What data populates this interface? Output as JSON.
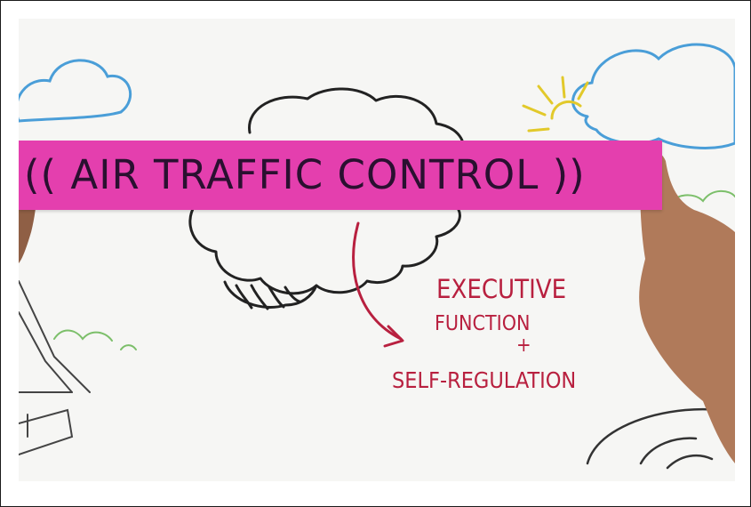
{
  "scene": {
    "banner_text": "(( AIR TRAFFIC CONTROL ))",
    "annotation": {
      "line1": "EXECUTIVE",
      "line2": "FUNCTION",
      "line3": "+",
      "line4": "SELF-REGULATION"
    },
    "colors": {
      "banner": "#e43fae",
      "ink": "#2a1030",
      "annotation_ink": "#b8203f",
      "cloud_stroke": "#4a9ed8",
      "sun_stroke": "#e2c92a",
      "grass_stroke": "#7cbf6a",
      "skin": "#b07a5a"
    },
    "icons": [
      "brain-icon",
      "cloud-icon",
      "sun-icon",
      "arrow-icon",
      "hand-icon"
    ]
  }
}
